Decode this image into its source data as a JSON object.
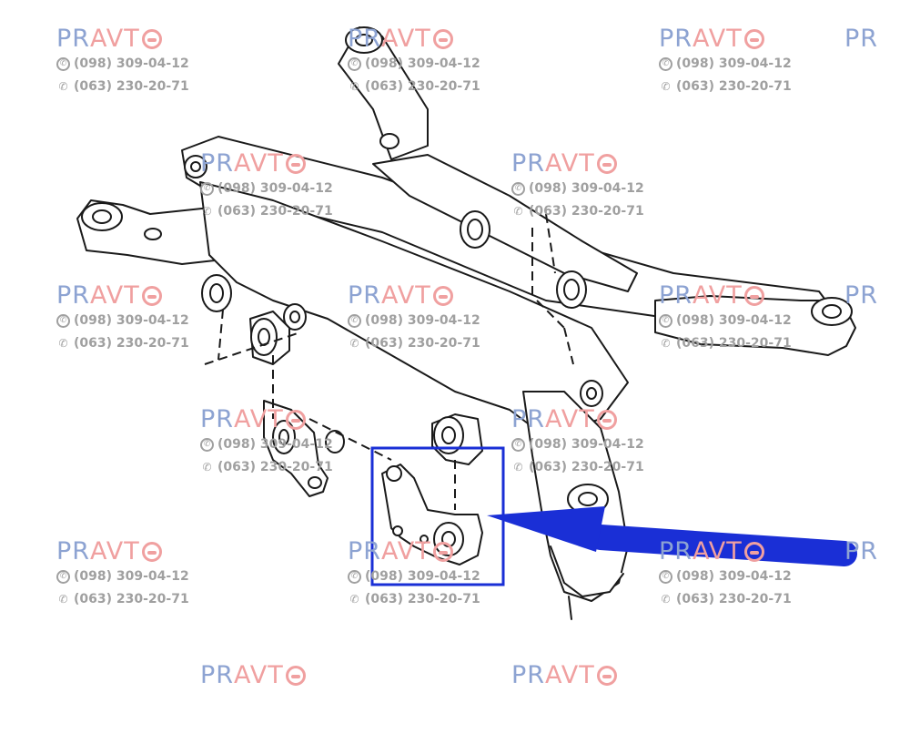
{
  "watermark": {
    "brand_prefix": "PR",
    "brand_suffix": "AVT",
    "phone_viber": "(098) 309-04-12",
    "phone_main": "(063) 230-20-71"
  },
  "diagram": {
    "highlight_color": "#1a2fd6",
    "arrow_color": "#1a2fd6",
    "line_color": "#1a1a1a"
  }
}
